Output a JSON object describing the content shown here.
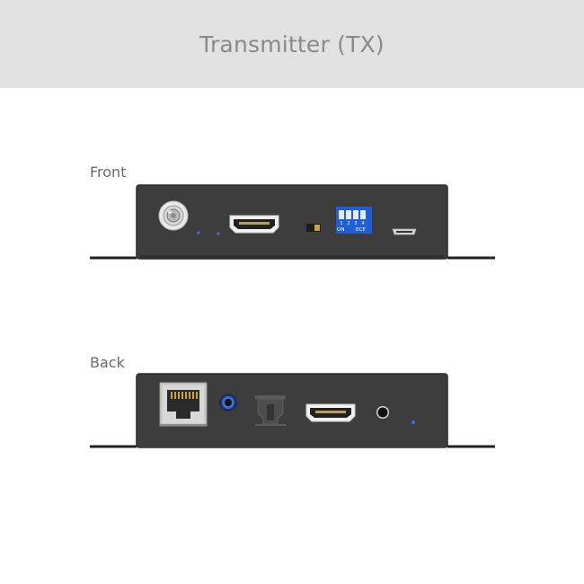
{
  "header": {
    "title": "Transmitter (TX)"
  },
  "views": {
    "front": {
      "label": "Front",
      "ports": [
        "power-jack",
        "hdmi-port",
        "slide-switch",
        "dip-switch",
        "usb-port"
      ],
      "dip_switch": {
        "numbers": [
          "1",
          "2",
          "3",
          "4"
        ],
        "on_label": "ON",
        "ece_label": "ECE",
        "color": "#1e5fd6"
      }
    },
    "back": {
      "label": "Back",
      "ports": [
        "rj45-port",
        "audio-jack",
        "optical-port",
        "hdmi-port",
        "ir-sensor",
        "led-indicator"
      ]
    }
  },
  "colors": {
    "header_bg": "#e2e2e2",
    "device_body": "#3d3d3d",
    "device_edge": "#2a2a2a",
    "led": "#3a6ff0"
  }
}
